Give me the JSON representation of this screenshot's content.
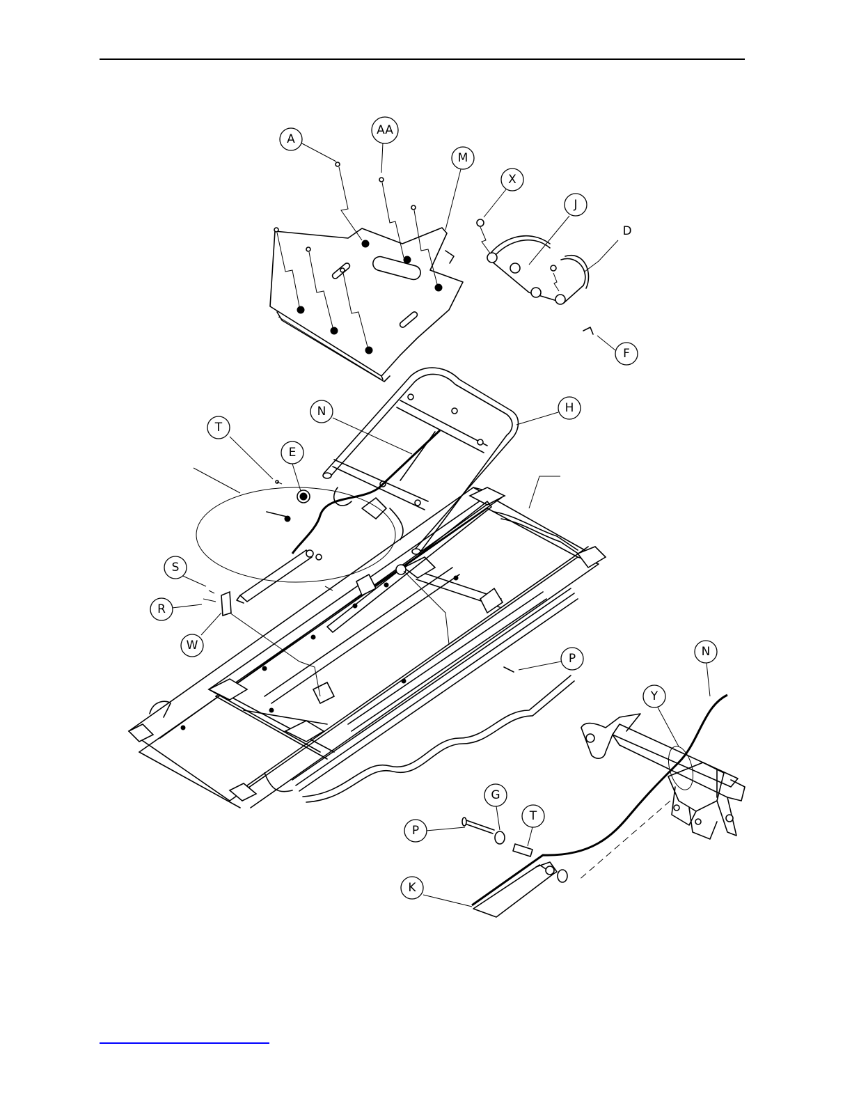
{
  "document": {
    "footer_link_color": "#0000ff"
  },
  "callouts": [
    {
      "id": "A",
      "label": "A"
    },
    {
      "id": "AA",
      "label": "AA"
    },
    {
      "id": "M",
      "label": "M"
    },
    {
      "id": "X",
      "label": "X"
    },
    {
      "id": "J",
      "label": "J"
    },
    {
      "id": "D",
      "label": "D"
    },
    {
      "id": "F",
      "label": "F"
    },
    {
      "id": "H",
      "label": "H"
    },
    {
      "id": "N_top",
      "label": "N"
    },
    {
      "id": "T_top",
      "label": "T"
    },
    {
      "id": "E",
      "label": "E"
    },
    {
      "id": "S",
      "label": "S"
    },
    {
      "id": "R",
      "label": "R"
    },
    {
      "id": "W",
      "label": "W"
    },
    {
      "id": "P_top",
      "label": "P"
    },
    {
      "id": "N_detail",
      "label": "N"
    },
    {
      "id": "Y",
      "label": "Y"
    },
    {
      "id": "G",
      "label": "G"
    },
    {
      "id": "T_detail",
      "label": "T"
    },
    {
      "id": "P_detail",
      "label": "P"
    },
    {
      "id": "K",
      "label": "K"
    }
  ]
}
